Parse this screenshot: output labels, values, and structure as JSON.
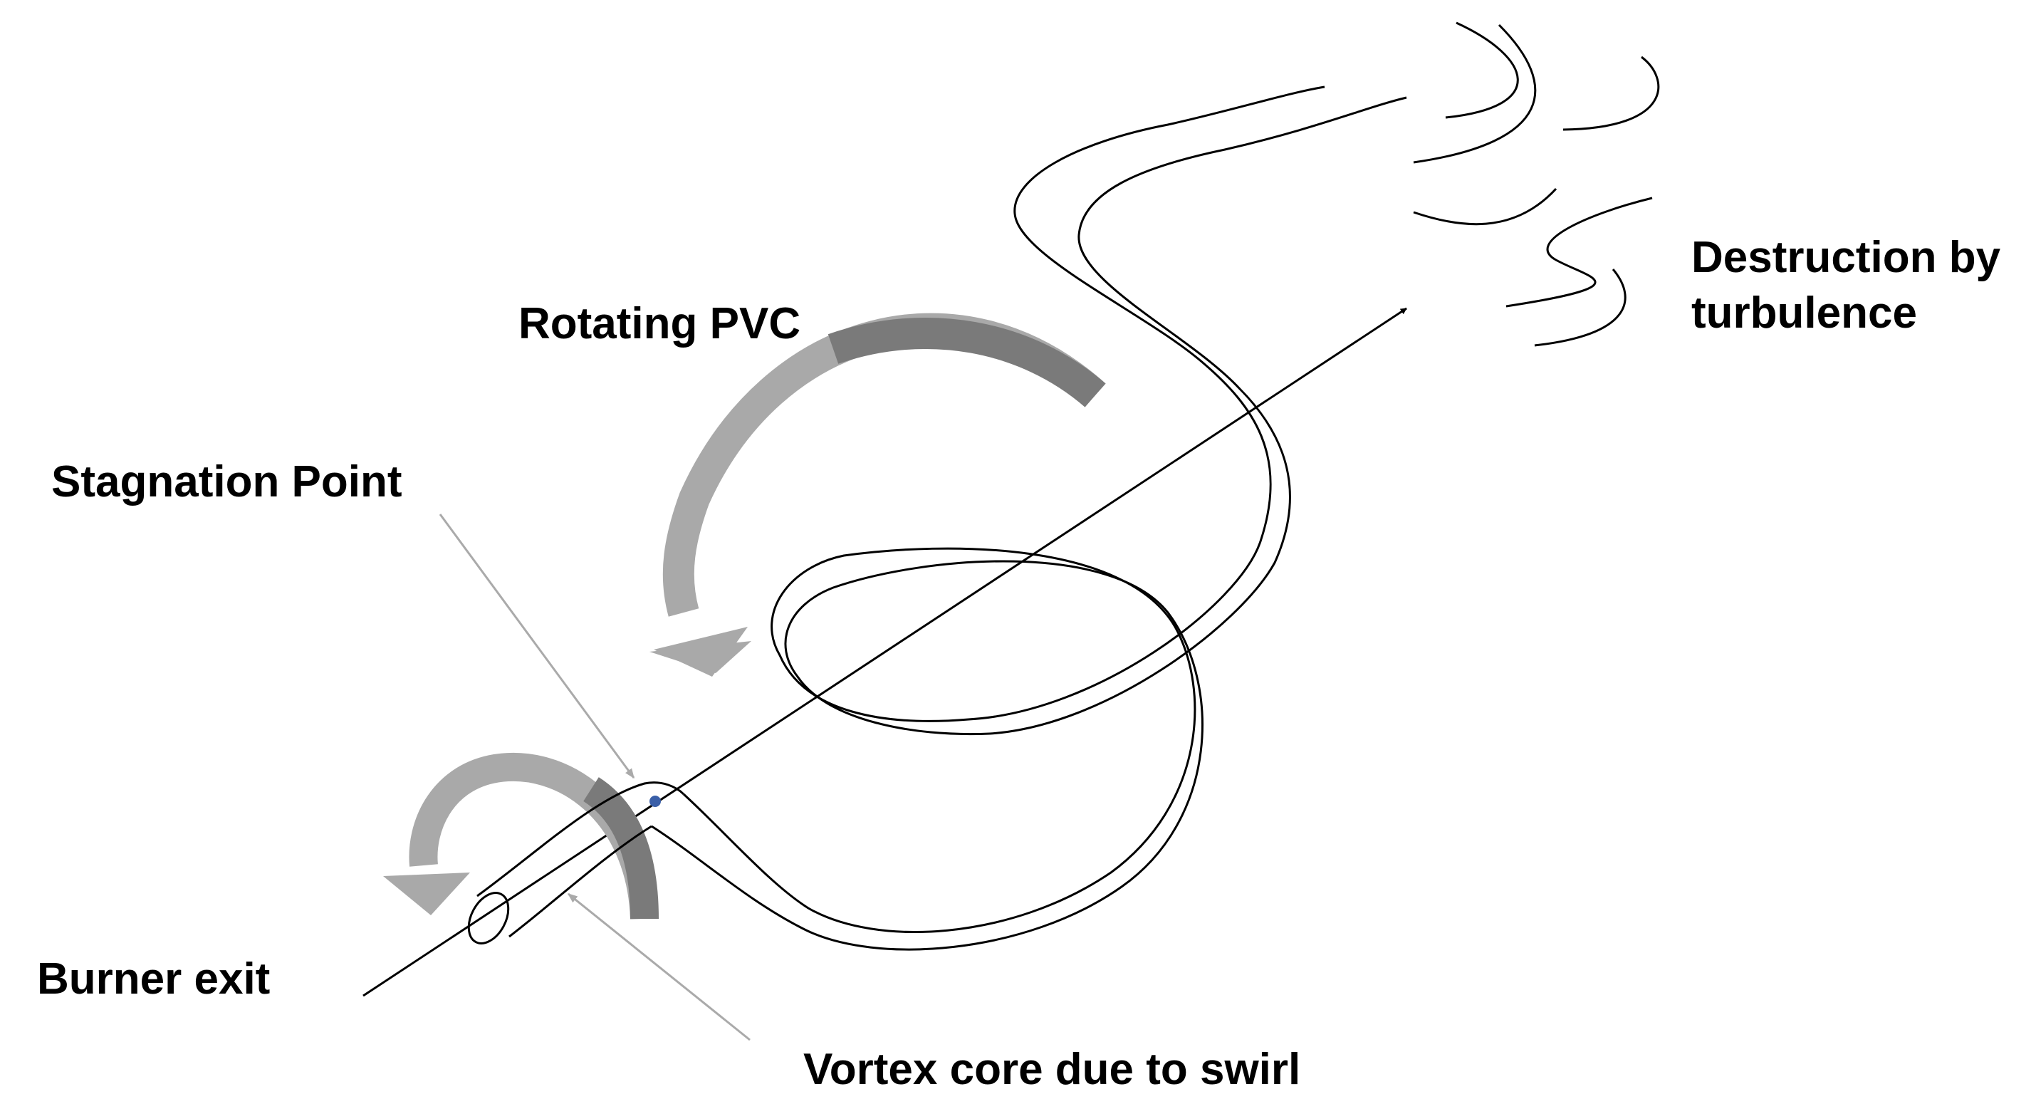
{
  "labels": {
    "rotating_pvc": "Rotating PVC",
    "stagnation_point": "Stagnation Point",
    "destruction_line1": "Destruction by",
    "destruction_line2": "turbulence",
    "burner_exit": "Burner exit",
    "vortex_core": "Vortex core due to swirl"
  },
  "colors": {
    "line": "#000000",
    "pointer_line": "#aaaaaa",
    "arrow_light": "#a9a9a9",
    "arrow_dark": "#7a7a7a",
    "stagnation_dot": "#3a5fa8"
  }
}
